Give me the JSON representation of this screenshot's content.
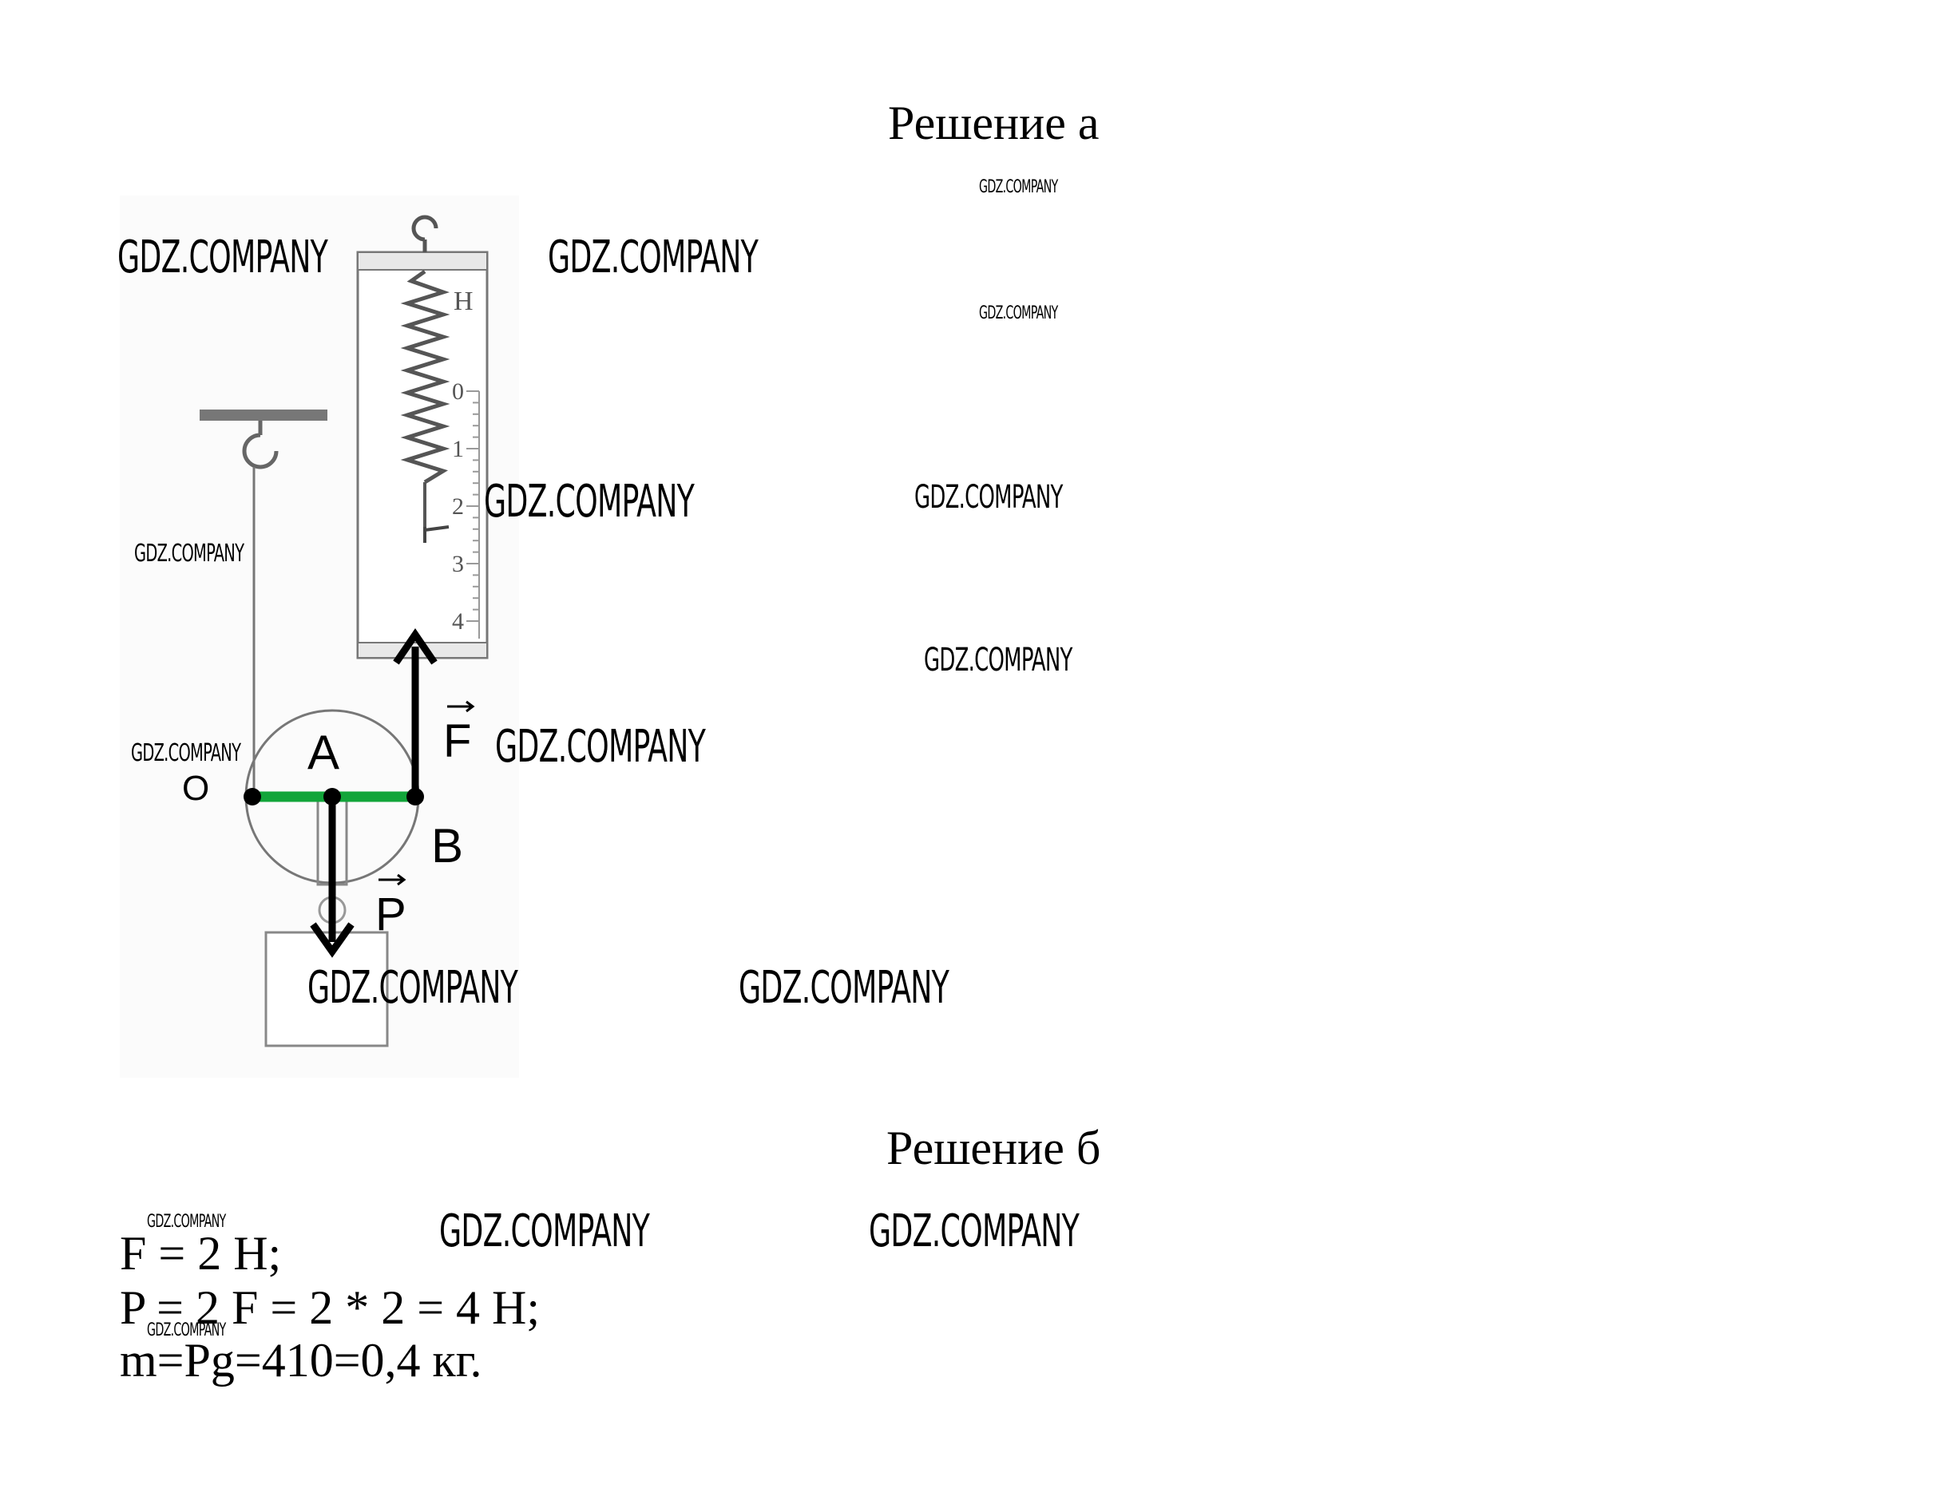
{
  "headings": {
    "solution_a": "Решение а",
    "solution_b": "Решение б"
  },
  "diagram": {
    "scale_unit": "Н",
    "scale_ticks": [
      "0",
      "1",
      "2",
      "3",
      "4"
    ],
    "points": {
      "O": "O",
      "A": "A",
      "B": "B"
    },
    "force_labels": {
      "F": "F",
      "P": "P"
    },
    "lever_color": "#12a53a"
  },
  "formulas": {
    "line1": "F = 2 Н;",
    "line2": "P = 2 F = 2 * 2 = 4 Н;",
    "line3": "m=Pg=410=0,4 кг."
  },
  "watermark_text": "GDZ.COMPANY"
}
